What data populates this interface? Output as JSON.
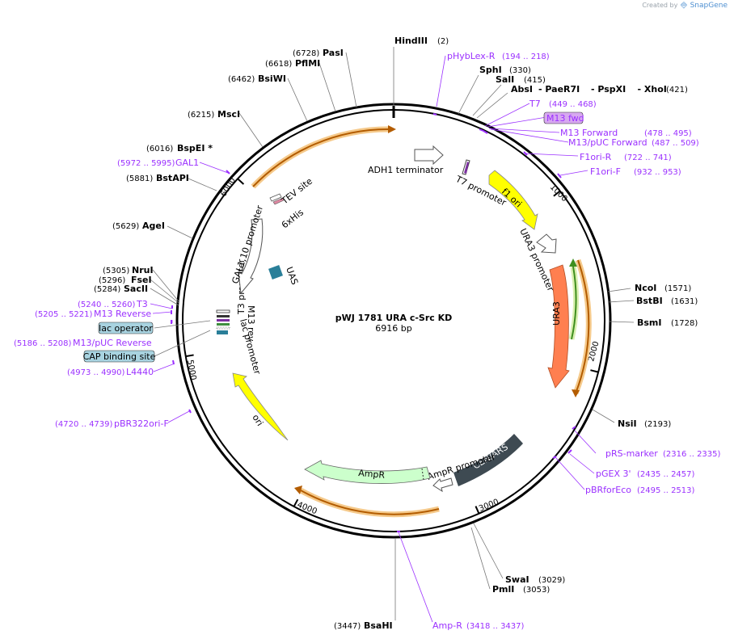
{
  "watermark": {
    "prefix": "Created by",
    "brand": "SnapGene",
    "logo_icon": "snapgene-logo-icon"
  },
  "plasmid": {
    "name": "pWJ 1781 URA c-Src KD",
    "length": "6916 bp"
  },
  "colors": {
    "backbone": "#000000",
    "enzyme_line": "#777777",
    "primer": "#9b30ff",
    "ori": "#ffff00",
    "ura3": "#ff7f50",
    "cen_ars": "#3e4a52",
    "ampr": "#ccffcc",
    "uas": "#2a7f99",
    "orange_halo": "#f5c98a",
    "orange_core": "#b35c00",
    "green_halo": "#d9efb0",
    "green_core": "#3f8f1f",
    "badge_bg": "#a8d3e0"
  },
  "ticks": [
    {
      "label": "1000",
      "pos": 1000
    },
    {
      "label": "2000",
      "pos": 2000
    },
    {
      "label": "3000",
      "pos": 3000
    },
    {
      "label": "4000",
      "pos": 4000
    },
    {
      "label": "5000",
      "pos": 5000
    },
    {
      "label": "6000",
      "pos": 6000
    }
  ],
  "enzymes": [
    {
      "name": "HindIII",
      "pos": "(2)"
    },
    {
      "name": "SphI",
      "pos": "(330)"
    },
    {
      "name": "SalI",
      "pos": "(415)"
    },
    {
      "name": "AbsI",
      "pos": "",
      "extra": [
        "PaeR7I",
        "PspXI",
        "XhoI"
      ],
      "extra_pos": "(421)"
    },
    {
      "name": "NcoI",
      "pos": "(1571)"
    },
    {
      "name": "BstBI",
      "pos": "(1631)"
    },
    {
      "name": "BsmI",
      "pos": "(1728)"
    },
    {
      "name": "NsiI",
      "pos": "(2193)"
    },
    {
      "name": "SwaI",
      "pos": "(3029)"
    },
    {
      "name": "PmlI",
      "pos": "(3053)"
    },
    {
      "name": "BsaHI",
      "pos": "(3447)"
    },
    {
      "name": "AgeI",
      "pos": "(5629)"
    },
    {
      "name": "NruI",
      "pos": "(5305)"
    },
    {
      "name": "FseI",
      "pos": "(5296)"
    },
    {
      "name": "SacII",
      "pos": "(5284)"
    },
    {
      "name": "BstAPI",
      "pos": "(5881)"
    },
    {
      "name": "BspEI *",
      "pos": "(6016)"
    },
    {
      "name": "MscI",
      "pos": "(6215)"
    },
    {
      "name": "BsiWI",
      "pos": "(6462)"
    },
    {
      "name": "PflMI",
      "pos": "(6618)"
    },
    {
      "name": "PasI",
      "pos": "(6728)"
    }
  ],
  "primers": [
    {
      "name": "pHybLex-R",
      "range": "(194 .. 218)"
    },
    {
      "name": "T7",
      "range": "(449 .. 468)"
    },
    {
      "name": "M13 fwd",
      "range": ""
    },
    {
      "name": "M13 Forward",
      "range": "(478 .. 495)"
    },
    {
      "name": "M13/pUC Forward",
      "range": "(487 .. 509)"
    },
    {
      "name": "F1ori-R",
      "range": "(722 .. 741)"
    },
    {
      "name": "F1ori-F",
      "range": "(932 .. 953)"
    },
    {
      "name": "pRS-marker",
      "range": "(2316 .. 2335)"
    },
    {
      "name": "pGEX 3'",
      "range": "(2435 .. 2457)"
    },
    {
      "name": "pBRforEco",
      "range": "(2495 .. 2513)"
    },
    {
      "name": "Amp-R",
      "range": "(3418 .. 3437)"
    },
    {
      "name": "pBR322ori-F",
      "range": "(4720 .. 4739)"
    },
    {
      "name": "L4440",
      "range": "(4973 .. 4990)"
    },
    {
      "name": "M13/pUC Reverse",
      "range": "(5186 .. 5208)"
    },
    {
      "name": "M13 Reverse",
      "range": "(5205 .. 5221)"
    },
    {
      "name": "T3",
      "range": "(5240 .. 5260)"
    },
    {
      "name": "GAL1",
      "range": "(5972 .. 5995)"
    }
  ],
  "badges": [
    {
      "name": "lac operator"
    },
    {
      "name": "CAP binding site"
    }
  ],
  "features": [
    {
      "name": "ADH1 terminator"
    },
    {
      "name": "T7 promoter"
    },
    {
      "name": "f1 ori"
    },
    {
      "name": "URA3 promoter"
    },
    {
      "name": "URA3"
    },
    {
      "name": "CEN/ARS"
    },
    {
      "name": "AmpR promoter"
    },
    {
      "name": "AmpR"
    },
    {
      "name": "ori"
    },
    {
      "name": "lac promoter"
    },
    {
      "name": "M13 rev"
    },
    {
      "name": "T3 promoter"
    },
    {
      "name": "GAL1,10 promoter"
    },
    {
      "name": "UAS"
    },
    {
      "name": "TEV site"
    },
    {
      "name": "6xHis"
    }
  ]
}
